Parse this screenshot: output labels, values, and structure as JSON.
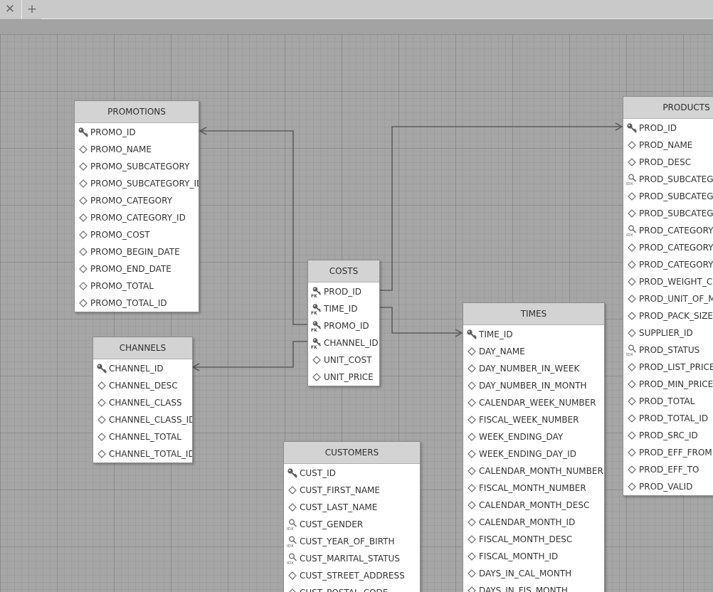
{
  "toolbar": {
    "close_icon": "close-icon",
    "add_icon": "plus-icon"
  },
  "tables": {
    "promotions": {
      "title": "PROMOTIONS",
      "columns": [
        {
          "name": "PROMO_ID",
          "kind": "pk"
        },
        {
          "name": "PROMO_NAME",
          "kind": "col"
        },
        {
          "name": "PROMO_SUBCATEGORY",
          "kind": "col"
        },
        {
          "name": "PROMO_SUBCATEGORY_ID",
          "kind": "col"
        },
        {
          "name": "PROMO_CATEGORY",
          "kind": "col"
        },
        {
          "name": "PROMO_CATEGORY_ID",
          "kind": "col"
        },
        {
          "name": "PROMO_COST",
          "kind": "col"
        },
        {
          "name": "PROMO_BEGIN_DATE",
          "kind": "col"
        },
        {
          "name": "PROMO_END_DATE",
          "kind": "col"
        },
        {
          "name": "PROMO_TOTAL",
          "kind": "col"
        },
        {
          "name": "PROMO_TOTAL_ID",
          "kind": "col"
        }
      ]
    },
    "channels": {
      "title": "CHANNELS",
      "columns": [
        {
          "name": "CHANNEL_ID",
          "kind": "pk"
        },
        {
          "name": "CHANNEL_DESC",
          "kind": "col"
        },
        {
          "name": "CHANNEL_CLASS",
          "kind": "col"
        },
        {
          "name": "CHANNEL_CLASS_ID",
          "kind": "col"
        },
        {
          "name": "CHANNEL_TOTAL",
          "kind": "col"
        },
        {
          "name": "CHANNEL_TOTAL_ID",
          "kind": "col"
        }
      ]
    },
    "costs": {
      "title": "COSTS",
      "columns": [
        {
          "name": "PROD_ID",
          "kind": "fk"
        },
        {
          "name": "TIME_ID",
          "kind": "fk"
        },
        {
          "name": "PROMO_ID",
          "kind": "fk"
        },
        {
          "name": "CHANNEL_ID",
          "kind": "fk"
        },
        {
          "name": "UNIT_COST",
          "kind": "col"
        },
        {
          "name": "UNIT_PRICE",
          "kind": "col"
        }
      ]
    },
    "customers": {
      "title": "CUSTOMERS",
      "columns": [
        {
          "name": "CUST_ID",
          "kind": "pk"
        },
        {
          "name": "CUST_FIRST_NAME",
          "kind": "col"
        },
        {
          "name": "CUST_LAST_NAME",
          "kind": "col"
        },
        {
          "name": "CUST_GENDER",
          "kind": "idx"
        },
        {
          "name": "CUST_YEAR_OF_BIRTH",
          "kind": "idx"
        },
        {
          "name": "CUST_MARITAL_STATUS",
          "kind": "idx"
        },
        {
          "name": "CUST_STREET_ADDRESS",
          "kind": "col"
        },
        {
          "name": "CUST_POSTAL_CODE",
          "kind": "col"
        }
      ]
    },
    "times": {
      "title": "TIMES",
      "columns": [
        {
          "name": "TIME_ID",
          "kind": "pk"
        },
        {
          "name": "DAY_NAME",
          "kind": "col"
        },
        {
          "name": "DAY_NUMBER_IN_WEEK",
          "kind": "col"
        },
        {
          "name": "DAY_NUMBER_IN_MONTH",
          "kind": "col"
        },
        {
          "name": "CALENDAR_WEEK_NUMBER",
          "kind": "col"
        },
        {
          "name": "FISCAL_WEEK_NUMBER",
          "kind": "col"
        },
        {
          "name": "WEEK_ENDING_DAY",
          "kind": "col"
        },
        {
          "name": "WEEK_ENDING_DAY_ID",
          "kind": "col"
        },
        {
          "name": "CALENDAR_MONTH_NUMBER",
          "kind": "col"
        },
        {
          "name": "FISCAL_MONTH_NUMBER",
          "kind": "col"
        },
        {
          "name": "CALENDAR_MONTH_DESC",
          "kind": "col"
        },
        {
          "name": "CALENDAR_MONTH_ID",
          "kind": "col"
        },
        {
          "name": "FISCAL_MONTH_DESC",
          "kind": "col"
        },
        {
          "name": "FISCAL_MONTH_ID",
          "kind": "col"
        },
        {
          "name": "DAYS_IN_CAL_MONTH",
          "kind": "col"
        },
        {
          "name": "DAYS_IN_FIS_MONTH",
          "kind": "col"
        }
      ]
    },
    "products": {
      "title": "PRODUCTS",
      "columns": [
        {
          "name": "PROD_ID",
          "kind": "pk"
        },
        {
          "name": "PROD_NAME",
          "kind": "col"
        },
        {
          "name": "PROD_DESC",
          "kind": "col"
        },
        {
          "name": "PROD_SUBCATEGORY",
          "kind": "idx"
        },
        {
          "name": "PROD_SUBCATEGORY_ID",
          "kind": "col"
        },
        {
          "name": "PROD_SUBCATEGORY_DESC",
          "kind": "col"
        },
        {
          "name": "PROD_CATEGORY",
          "kind": "idx"
        },
        {
          "name": "PROD_CATEGORY_ID",
          "kind": "col"
        },
        {
          "name": "PROD_CATEGORY_DESC",
          "kind": "col"
        },
        {
          "name": "PROD_WEIGHT_CLASS",
          "kind": "col"
        },
        {
          "name": "PROD_UNIT_OF_MEASURE",
          "kind": "col"
        },
        {
          "name": "PROD_PACK_SIZE",
          "kind": "col"
        },
        {
          "name": "SUPPLIER_ID",
          "kind": "col"
        },
        {
          "name": "PROD_STATUS",
          "kind": "idx"
        },
        {
          "name": "PROD_LIST_PRICE",
          "kind": "col"
        },
        {
          "name": "PROD_MIN_PRICE",
          "kind": "col"
        },
        {
          "name": "PROD_TOTAL",
          "kind": "col"
        },
        {
          "name": "PROD_TOTAL_ID",
          "kind": "col"
        },
        {
          "name": "PROD_SRC_ID",
          "kind": "col"
        },
        {
          "name": "PROD_EFF_FROM",
          "kind": "col"
        },
        {
          "name": "PROD_EFF_TO",
          "kind": "col"
        },
        {
          "name": "PROD_VALID",
          "kind": "col"
        }
      ]
    }
  },
  "relationships": [
    {
      "from": "COSTS.PROD_ID",
      "to": "PRODUCTS.PROD_ID"
    },
    {
      "from": "COSTS.TIME_ID",
      "to": "TIMES.TIME_ID"
    },
    {
      "from": "COSTS.PROMO_ID",
      "to": "PROMOTIONS.PROMO_ID"
    },
    {
      "from": "COSTS.CHANNEL_ID",
      "to": "CHANNELS.CHANNEL_ID"
    }
  ],
  "colors": {
    "canvas": "#a6a6a6",
    "header": "#d3d3d3",
    "connector": "#5e5e5e",
    "text": "#333333"
  }
}
